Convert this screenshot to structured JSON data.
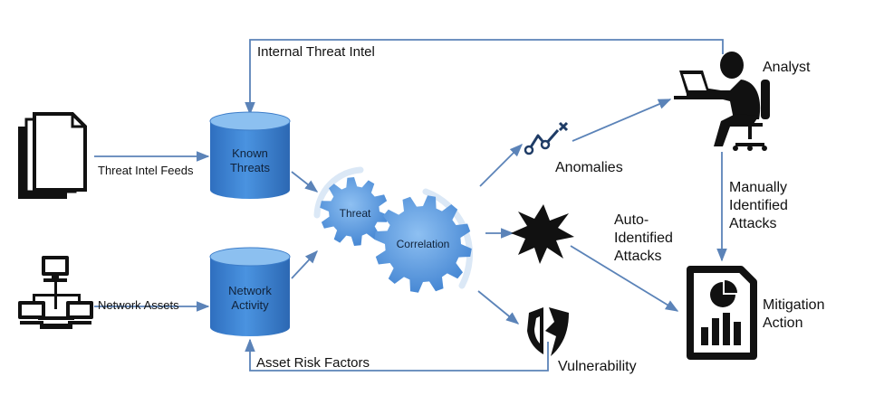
{
  "nodes": {
    "known_threats": "Known\nThreats",
    "network_activity": "Network\nActivity",
    "threat_gear": "Threat",
    "correlation_gear": "Correlation",
    "analyst": "Analyst",
    "mitigation": "Mitigation\nAction",
    "anomalies": "Anomalies",
    "vulnerability": "Vulnerability"
  },
  "edges": {
    "internal_threat_intel": "Internal Threat Intel",
    "threat_intel_feeds": "Threat Intel Feeds",
    "network_assets": "Network Assets",
    "asset_risk_factors": "Asset Risk Factors",
    "manually_identified": "Manually\nIdentified\nAttacks",
    "auto_identified": "Auto-\nIdentified\nAttacks"
  },
  "icons": {
    "documents": "documents-icon",
    "network": "network-icon",
    "analyst": "analyst-icon",
    "anomaly": "anomaly-icon",
    "explosion": "explosion-icon",
    "vulnerability": "broken-shield-icon",
    "report": "report-icon"
  },
  "colors": {
    "arrow": "#5b83b8",
    "cylinder_top": "#7fb3ea",
    "cylinder_body": "#3f86d6",
    "gear": "#4d8fd8",
    "icon": "#111111"
  }
}
